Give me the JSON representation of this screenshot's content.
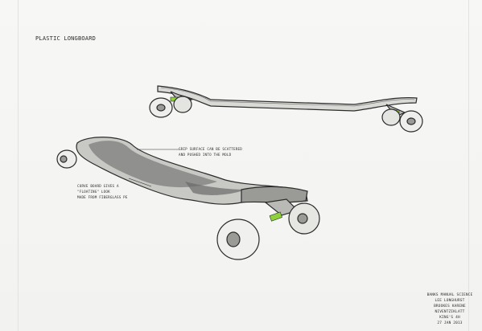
{
  "title": "PLASTIC LONGBOARD",
  "annotations": {
    "grip_note": [
      "GRIP SURFACE CAN BE SCATTERED",
      "AND PUSHED INTO THE MOLD"
    ],
    "curve_note": [
      "CURVE BOARD GIVES A",
      "\"FLOATING\" LOOK",
      "MADE FROM FIBERGLASS PE"
    ]
  },
  "signature": {
    "lines": [
      "BANKS MANUAL SCIENCE",
      "LEE LONGHURST",
      "BROOKES KARENE NIVENTZIKLATT",
      "KING'S 4H",
      "27 JAN 2013"
    ]
  },
  "colors": {
    "accent_green": "#8fd13a",
    "ink": "#2b2b2b",
    "deck_gray": "#7d7d7d"
  }
}
